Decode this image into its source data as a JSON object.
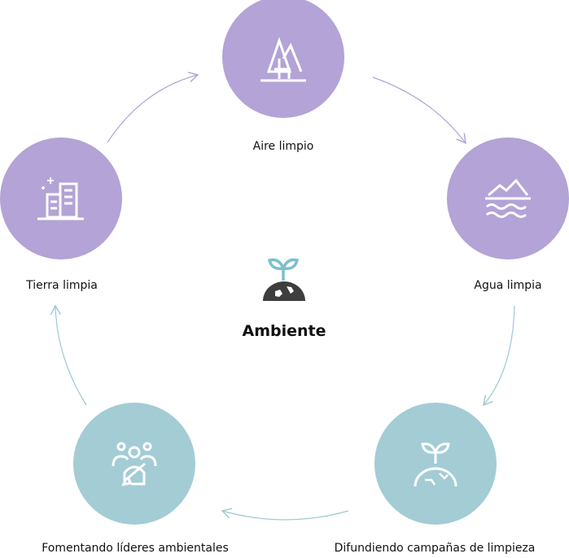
{
  "title": "Ambiente",
  "colors": {
    "purple": "#b3a3d6",
    "teal": "#a3ccd5",
    "arrow_purple": "#b3a3d6",
    "arrow_teal": "#9fc8d2"
  },
  "nodes": [
    {
      "label": "Aire limpio",
      "icon": "trees-icon",
      "color": "purple"
    },
    {
      "label": "Agua limpia",
      "icon": "water-mountain-icon",
      "color": "purple"
    },
    {
      "label": "Difundiendo campañas de limpieza",
      "icon": "sprout-globe-icon",
      "color": "teal"
    },
    {
      "label": "Fomentando líderes ambientales",
      "icon": "people-ribbon-icon",
      "color": "teal"
    },
    {
      "label": "Tierra limpia",
      "icon": "buildings-icon",
      "color": "purple"
    }
  ]
}
